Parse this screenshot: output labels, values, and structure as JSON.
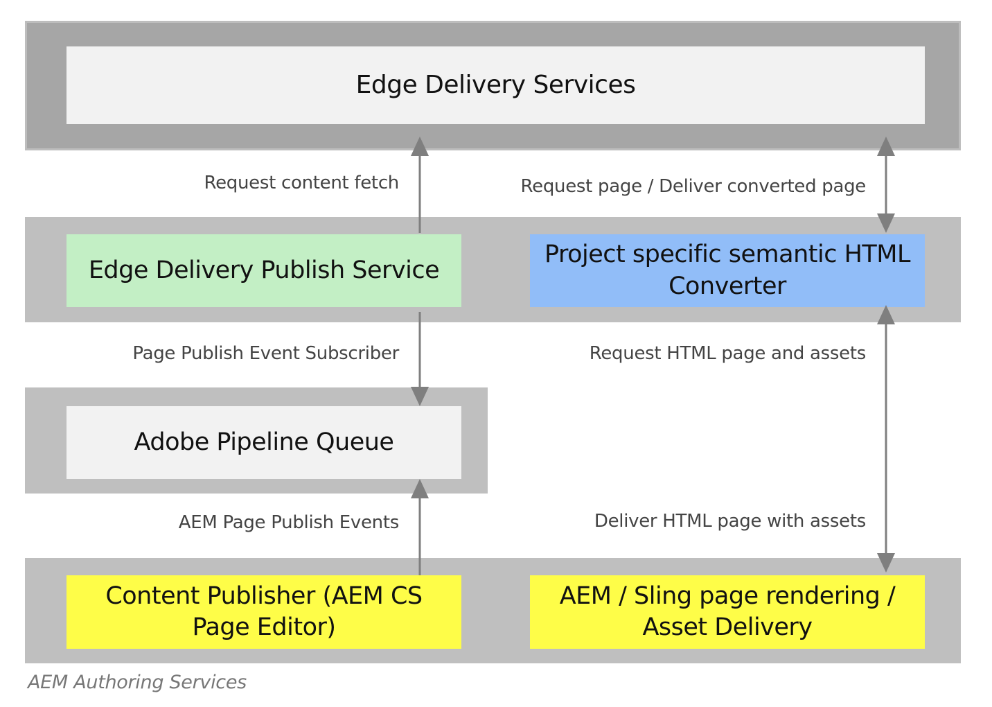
{
  "boxes": {
    "eds": "Edge Delivery Services",
    "publish_service": "Edge Delivery Publish Service",
    "converter": "Project specific semantic HTML Converter",
    "queue": "Adobe Pipeline Queue",
    "publisher": "Content Publisher (AEM CS Page Editor)",
    "sling": "AEM / Sling page rendering / Asset Delivery"
  },
  "labels": {
    "fetch": "Request content fetch",
    "request_page": "Request page / Deliver converted page",
    "subscriber": "Page Publish Event Subscriber",
    "request_html": "Request HTML page and assets",
    "publish_events": "AEM Page Publish Events",
    "deliver_html": "Deliver HTML page with assets"
  },
  "footer": "AEM Authoring Services",
  "colors": {
    "top_band": "#a6a6a6",
    "band": "#bfbfbf",
    "neutral_box": "#f2f2f2",
    "green_box": "#c3efc5",
    "blue_box": "#91bdf8",
    "yellow_box": "#fefd48",
    "arrow": "#7f7f7f"
  }
}
